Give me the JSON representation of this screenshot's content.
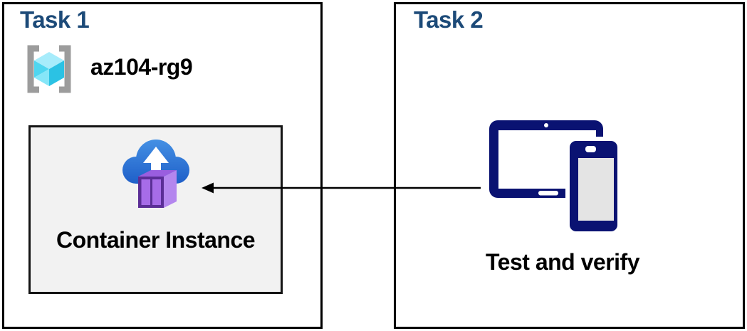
{
  "diagram": {
    "task1": {
      "title": "Task 1",
      "resource_group": {
        "icon": "resource-group-icon",
        "name": "az104-rg9"
      },
      "container_box": {
        "icon": "container-instance-icon",
        "label": "Container Instance"
      }
    },
    "task2": {
      "title": "Task 2",
      "devices": {
        "icon": "tablet-phone-devices-icon",
        "label": "Test and verify"
      }
    },
    "arrow": {
      "direction": "right-to-left",
      "from": "task2-devices",
      "to": "container-instance"
    }
  },
  "colors": {
    "title_blue": "#1C4A78",
    "navy": "#0A1272",
    "box_border": "#000000",
    "gray_box_fill": "#F2F2F2",
    "cloud_blue_top": "#4490E4",
    "cloud_blue_bottom": "#1F5FC8",
    "container_front_frame": "#5B2E96",
    "container_panel": "#A76CE8",
    "container_top": "#9A5EDF",
    "container_side": "#B486EE",
    "cube_top": "#A7ECFB",
    "cube_left": "#4FD6F0",
    "cube_bottom": "#86E6F8",
    "cube_right": "#2BC2E4",
    "bracket_gray": "#9C9C9C",
    "phone_screen_gray": "#E4E4E4",
    "arrow_black": "#000000"
  }
}
